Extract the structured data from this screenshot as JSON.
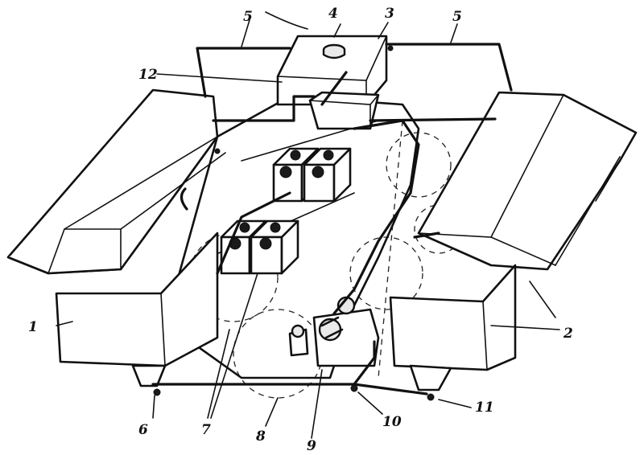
{
  "labels": {
    "l1": "1",
    "l2": "2",
    "l3": "3",
    "l4": "4",
    "l5a": "5",
    "l5b": "5",
    "l6": "6",
    "l7": "7",
    "l8": "8",
    "l9": "9",
    "l10": "10",
    "l11": "11",
    "l12": "12"
  }
}
